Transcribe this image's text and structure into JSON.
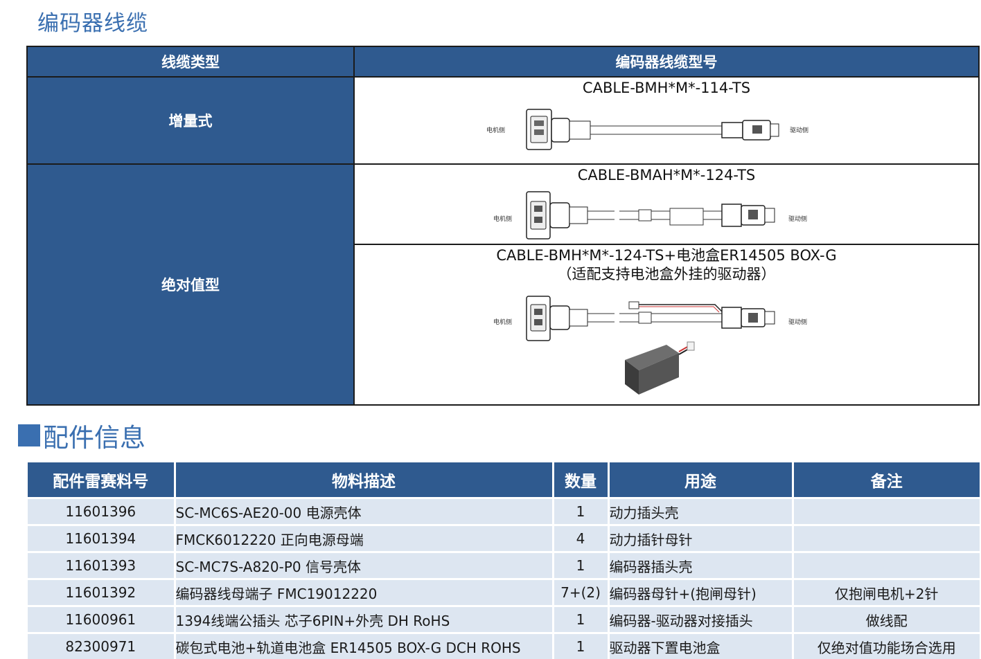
{
  "section_title": "编码器线缆",
  "cable_table": {
    "headers": [
      "线缆类型",
      "编码器线缆型号"
    ],
    "types": [
      "增量式",
      "绝对值型"
    ],
    "models": [
      {
        "name": "CABLE-BMH*M*-114-TS",
        "left_label": "电机侧",
        "right_label": "驱动侧"
      },
      {
        "name": "CABLE-BMAH*M*-124-TS",
        "left_label": "电机侧",
        "right_label": "驱动侧"
      },
      {
        "name": "CABLE-BMH*M*-124-TS+电池盒ER14505 BOX-G",
        "sub": "（适配支持电池盒外挂的驱动器）",
        "left_label": "电机侧",
        "right_label": "驱动侧"
      }
    ]
  },
  "accessories": {
    "title": "配件信息",
    "headers": [
      "配件雷赛料号",
      "物料描述",
      "数量",
      "用途",
      "备注"
    ],
    "rows": [
      {
        "pn": "11601396",
        "desc": "SC-MC6S-AE20-00 电源壳体",
        "qty": "1",
        "use": "动力插头壳",
        "note": ""
      },
      {
        "pn": "11601394",
        "desc": "FMCK6012220 正向电源母端",
        "qty": "4",
        "use": "动力插针母针",
        "note": ""
      },
      {
        "pn": "11601393",
        "desc": "SC-MC7S-A820-P0 信号壳体",
        "qty": "1",
        "use": "编码器插头壳",
        "note": ""
      },
      {
        "pn": "11601392",
        "desc": "编码器线母端子 FMC19012220",
        "qty": "7+(2)",
        "use": "编码器母针+(抱闸母针)",
        "note": "仅抱闸电机+2针"
      },
      {
        "pn": "11600961",
        "desc": "1394线端公插头  芯子6PIN+外壳   DH  RoHS",
        "qty": "1",
        "use": "编码器-驱动器对接插头",
        "note": "做线配"
      },
      {
        "pn": "82300971",
        "desc": "碳包式电池+轨道电池盒 ER14505 BOX-G DCH ROHS",
        "qty": "1",
        "use": "驱动器下置电池盒",
        "note": "仅绝对值功能场合选用"
      }
    ]
  }
}
